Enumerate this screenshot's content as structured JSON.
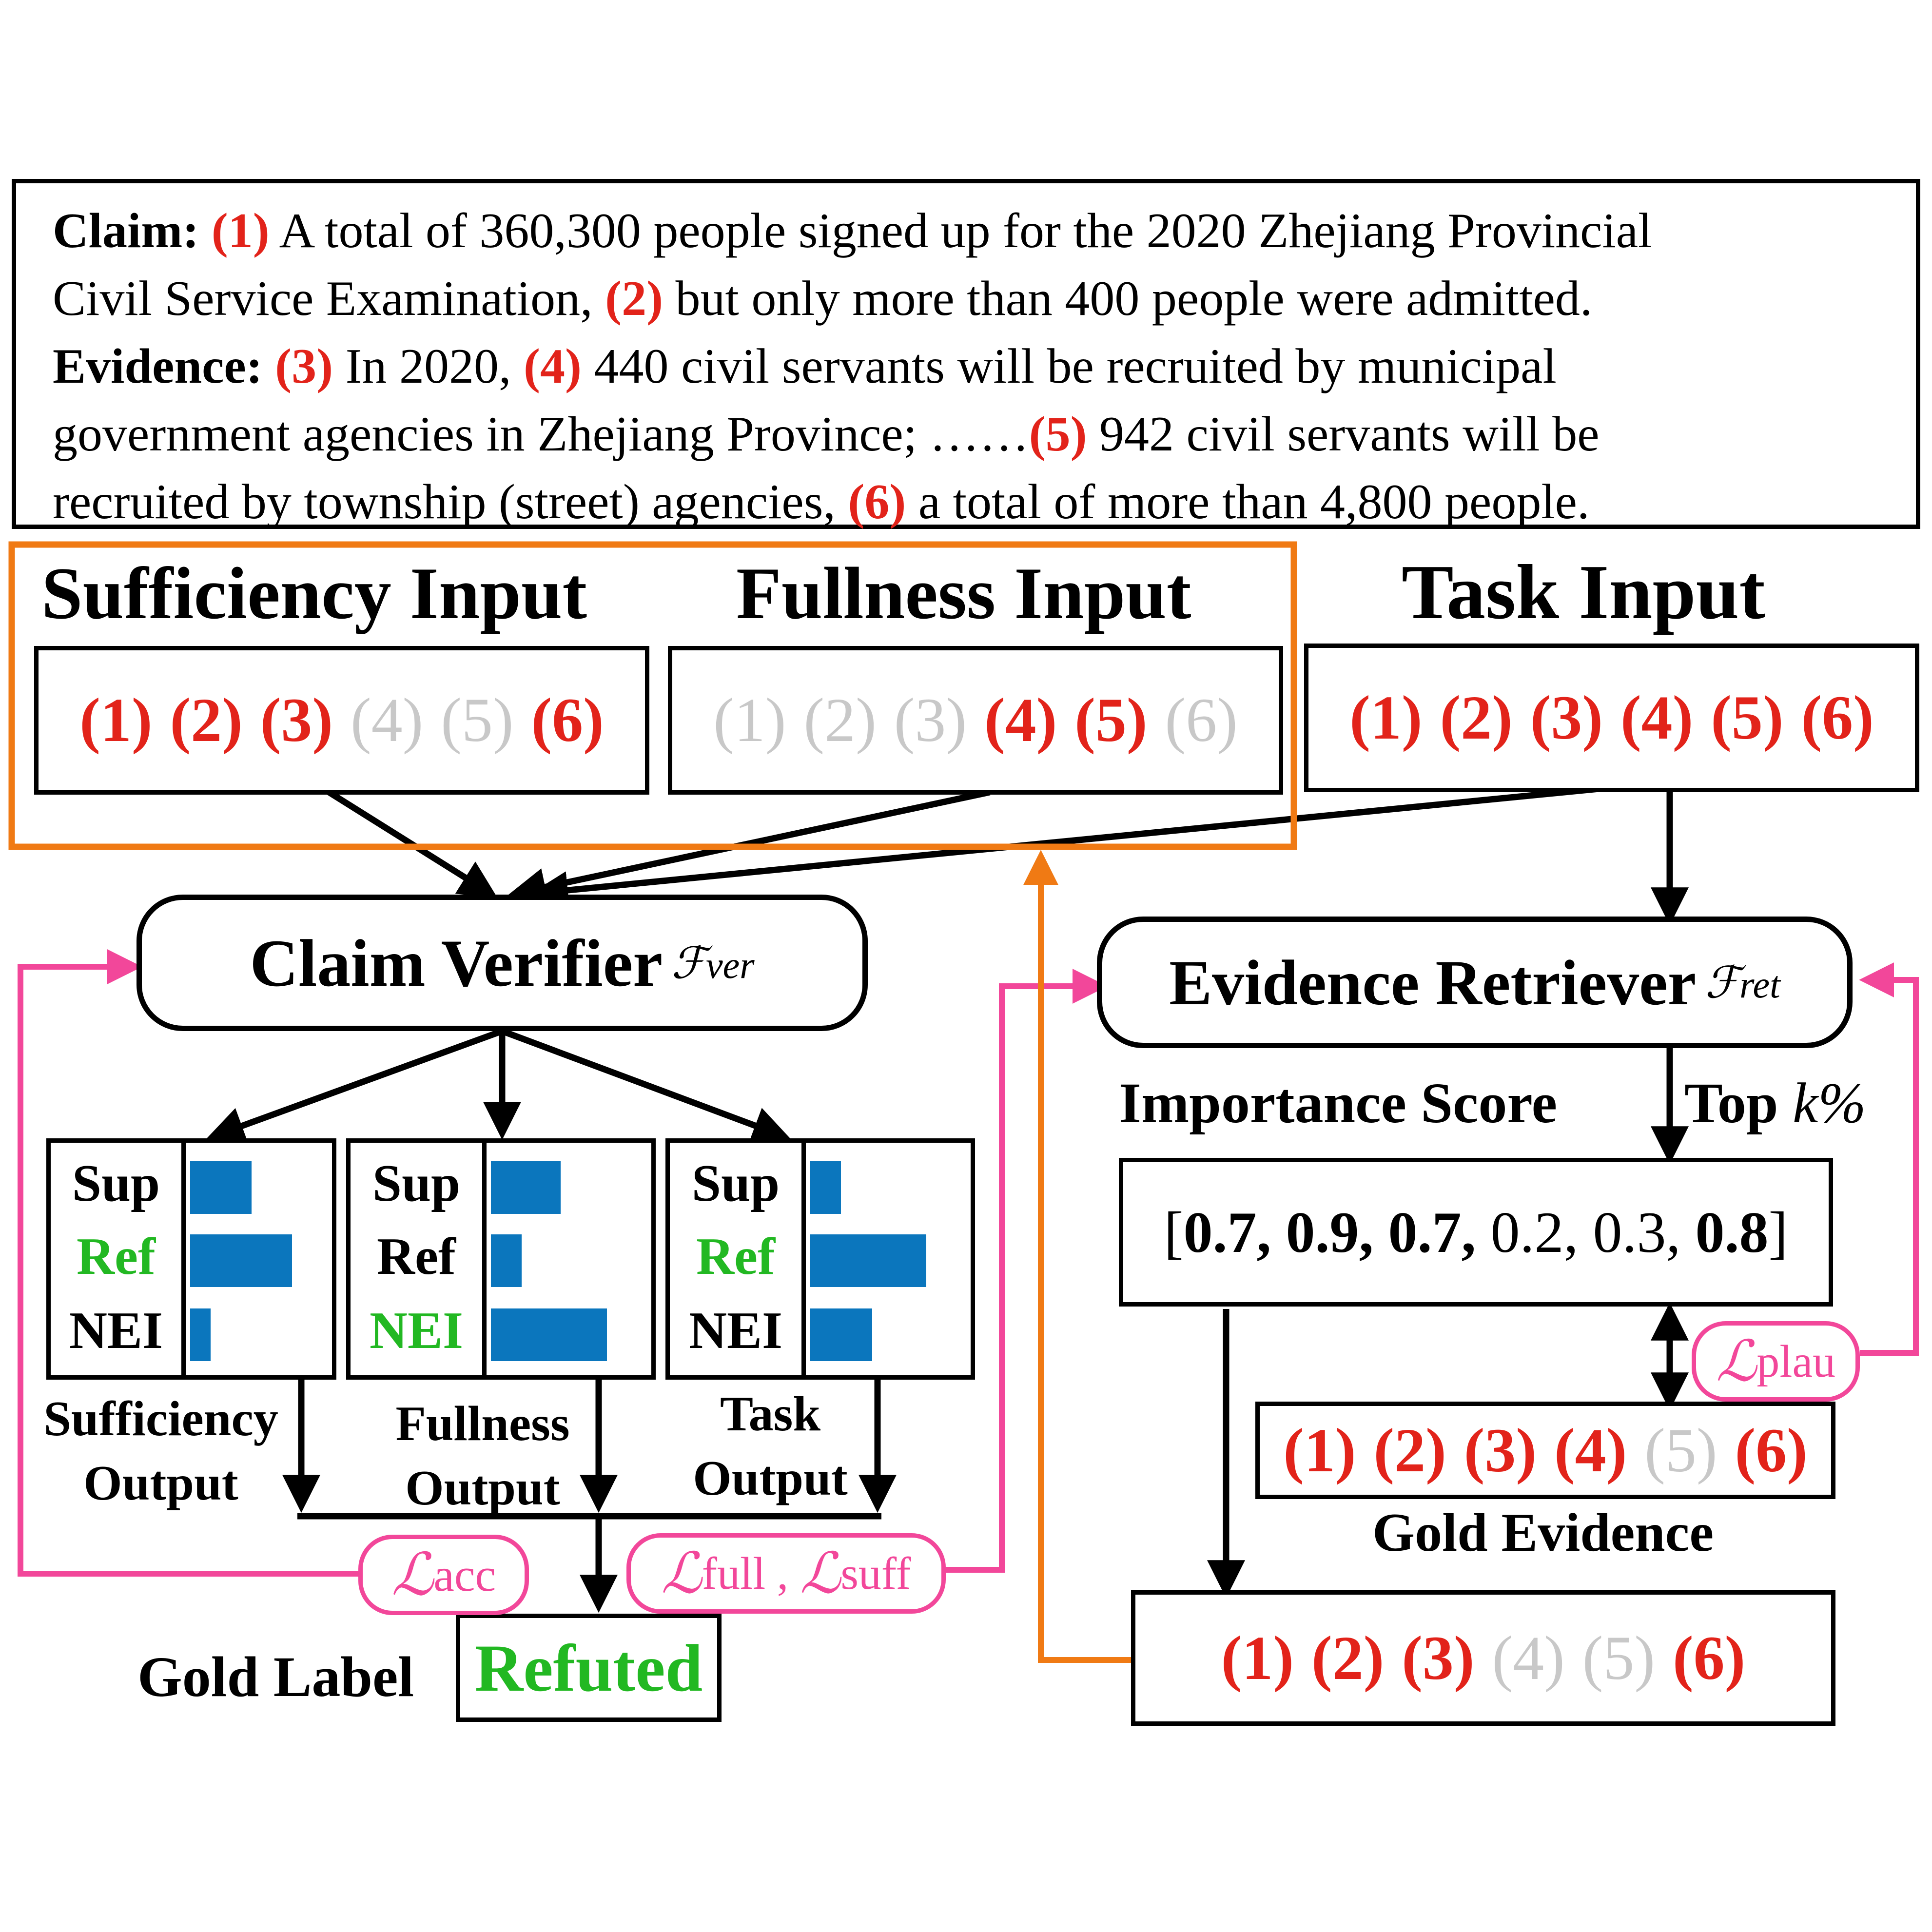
{
  "claim": {
    "claim_label": "Claim:",
    "n1": "(1)",
    "s1": " A total of 360,300 people signed up for the 2020 Zhejiang Provincial",
    "s1b": "Civil Service Examination, ",
    "n2": "(2)",
    "s2": " but only more than 400 people were admitted.",
    "evidence_label": "Evidence:",
    "n3": "(3)",
    "s3": " In 2020, ",
    "n4": "(4)",
    "s4": " 440 civil servants will be recruited by municipal",
    "s4b": "government agencies in Zhejiang Province; ……",
    "n5": "(5)",
    "s5": " 942 civil servants will be",
    "s5b": "recruited by township (street) agencies, ",
    "n6": "(6)",
    "s6": " a total of more than 4,800 people."
  },
  "inputs": {
    "sufficiency_title": "Sufficiency Input",
    "fullness_title": "Fullness Input",
    "task_title": "Task Input",
    "sufficiency_items": [
      {
        "text": "(1)",
        "state": "selected"
      },
      {
        "text": "(2)",
        "state": "selected"
      },
      {
        "text": "(3)",
        "state": "selected"
      },
      {
        "text": "(4)",
        "state": "masked"
      },
      {
        "text": "(5)",
        "state": "masked"
      },
      {
        "text": "(6)",
        "state": "selected"
      }
    ],
    "fullness_items": [
      {
        "text": "(1)",
        "state": "masked"
      },
      {
        "text": "(2)",
        "state": "masked"
      },
      {
        "text": "(3)",
        "state": "masked"
      },
      {
        "text": "(4)",
        "state": "selected"
      },
      {
        "text": "(5)",
        "state": "selected"
      },
      {
        "text": "(6)",
        "state": "masked"
      }
    ],
    "task_items": [
      {
        "text": "(1)",
        "state": "selected"
      },
      {
        "text": "(2)",
        "state": "selected"
      },
      {
        "text": "(3)",
        "state": "selected"
      },
      {
        "text": "(4)",
        "state": "selected"
      },
      {
        "text": "(5)",
        "state": "selected"
      },
      {
        "text": "(6)",
        "state": "selected"
      }
    ]
  },
  "verifier": {
    "label": "Claim Verifier",
    "symbol": "ℱ",
    "subscript": "ver"
  },
  "retriever": {
    "label": "Evidence Retriever",
    "symbol": "ℱ",
    "subscript": "ret"
  },
  "outputs": [
    {
      "caption_line1": "Sufficiency",
      "caption_line2": "Output",
      "labels": [
        "Sup",
        "Ref",
        "NEI"
      ],
      "highlight": "Ref",
      "probs": [
        0.45,
        0.75,
        0.15
      ]
    },
    {
      "caption_line1": "Fullness",
      "caption_line2": "Output",
      "labels": [
        "Sup",
        "Ref",
        "NEI"
      ],
      "highlight": "NEI",
      "probs": [
        0.45,
        0.2,
        0.75
      ]
    },
    {
      "caption_line1": "Task",
      "caption_line2": "Output",
      "labels": [
        "Sup",
        "Ref",
        "NEI"
      ],
      "highlight": "Ref",
      "probs": [
        0.2,
        0.75,
        0.4
      ]
    }
  ],
  "importance": {
    "title": "Importance Score",
    "top_label": "Top ",
    "top_k": "k%",
    "scores": [
      {
        "text": "0.7",
        "bold": true
      },
      {
        "text": "0.9",
        "bold": true
      },
      {
        "text": "0.7",
        "bold": true
      },
      {
        "text": "0.2",
        "bold": false
      },
      {
        "text": "0.3",
        "bold": false
      },
      {
        "text": "0.8",
        "bold": true
      }
    ]
  },
  "gold_evidence": {
    "label": "Gold Evidence",
    "items": [
      {
        "text": "(1)",
        "state": "selected"
      },
      {
        "text": "(2)",
        "state": "selected"
      },
      {
        "text": "(3)",
        "state": "selected"
      },
      {
        "text": "(4)",
        "state": "selected"
      },
      {
        "text": "(5)",
        "state": "masked"
      },
      {
        "text": "(6)",
        "state": "selected"
      }
    ]
  },
  "rationale": {
    "items": [
      {
        "text": "(1)",
        "state": "selected"
      },
      {
        "text": "(2)",
        "state": "selected"
      },
      {
        "text": "(3)",
        "state": "selected"
      },
      {
        "text": "(4)",
        "state": "masked"
      },
      {
        "text": "(5)",
        "state": "masked"
      },
      {
        "text": "(6)",
        "state": "selected"
      }
    ]
  },
  "gold_label": {
    "label": "Gold Label",
    "value": "Refuted"
  },
  "losses": {
    "acc_symbol": "ℒ",
    "acc_sub": "acc",
    "full_symbol": "ℒ",
    "full_sub": "full",
    "separator": " , ",
    "suff_symbol": "ℒ",
    "suff_sub": "suff",
    "plau_symbol": "ℒ",
    "plau_sub": "plau"
  },
  "colors": {
    "selected": "#e2231a",
    "masked": "#c8c8c8",
    "bar": "#0b76bd",
    "highlight": "#22b822",
    "loss": "#f2479a",
    "feedback": "#f07a14"
  }
}
